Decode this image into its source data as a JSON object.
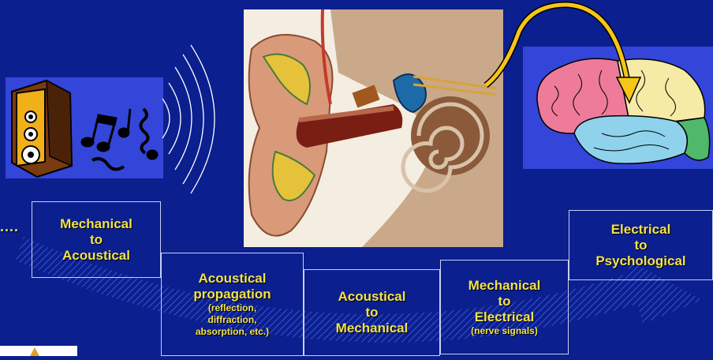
{
  "leading_text": "....",
  "stages": [
    {
      "lines": [
        "Mechanical",
        "to",
        "Acoustical"
      ],
      "note": []
    },
    {
      "lines": [
        "Acoustical",
        "propagation"
      ],
      "note": [
        "(reflection,",
        "diffraction,",
        "absorption, etc.)"
      ]
    },
    {
      "lines": [
        "Acoustical",
        "to",
        "Mechanical"
      ],
      "note": []
    },
    {
      "lines": [
        "Mechanical",
        "to",
        "Electrical"
      ],
      "note": [
        "(nerve signals)"
      ]
    },
    {
      "lines": [
        "Electrical",
        "to",
        "Psychological"
      ],
      "note": []
    }
  ],
  "images": {
    "speaker": "speaker-with-music-notes-icon",
    "ear": "ear-anatomy-illustration",
    "brain": "brain-illustration"
  },
  "colors": {
    "background": "#0b1f8f",
    "text": "#f2e24a",
    "nerve_arrow": "#f5c518",
    "sound_waves": "#ffffff"
  }
}
